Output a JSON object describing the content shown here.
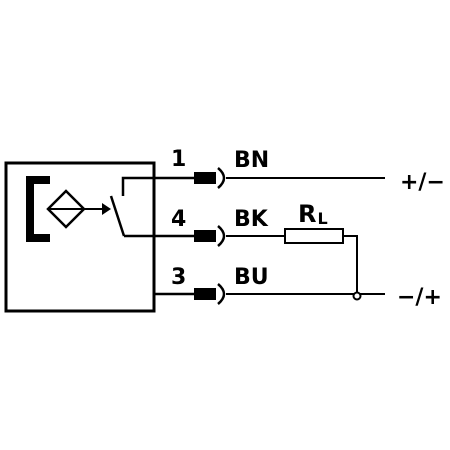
{
  "pins": [
    {
      "number": "1",
      "color_code": "BN",
      "polarity": "+/−"
    },
    {
      "number": "4",
      "color_code": "BK"
    },
    {
      "number": "3",
      "color_code": "BU",
      "polarity": "−/+"
    }
  ],
  "load": {
    "symbol": "R",
    "subscript": "L"
  },
  "icons": [
    "inductive-sensor-coil-icon",
    "switch-contact-icon",
    "connector-plug-icon",
    "junction-node-icon"
  ],
  "colors": {
    "stroke": "#000000",
    "background": "#ffffff"
  }
}
